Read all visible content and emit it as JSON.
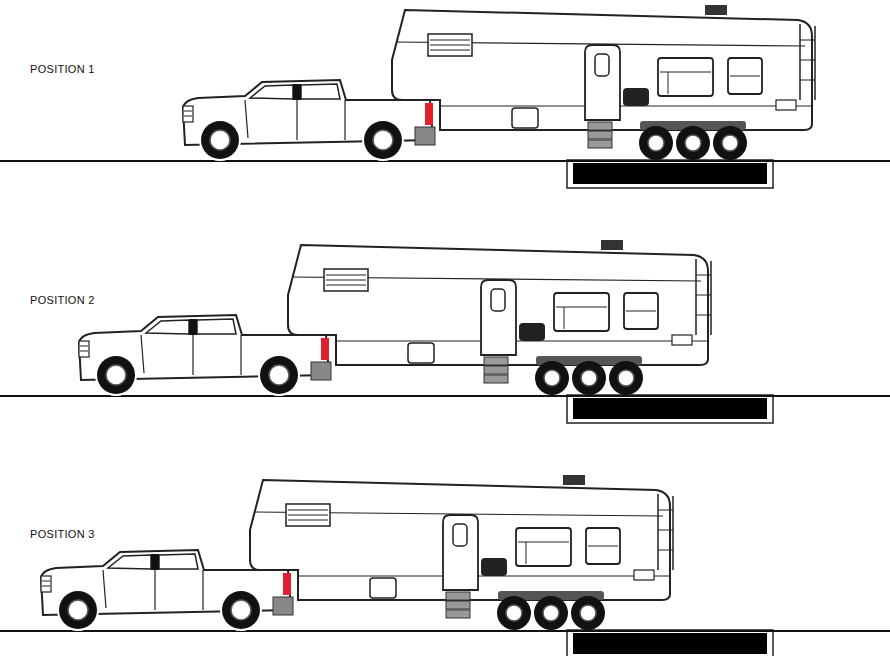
{
  "diagram": {
    "labels": [
      "POSITION 1",
      "POSITION 2",
      "POSITION 3"
    ]
  }
}
